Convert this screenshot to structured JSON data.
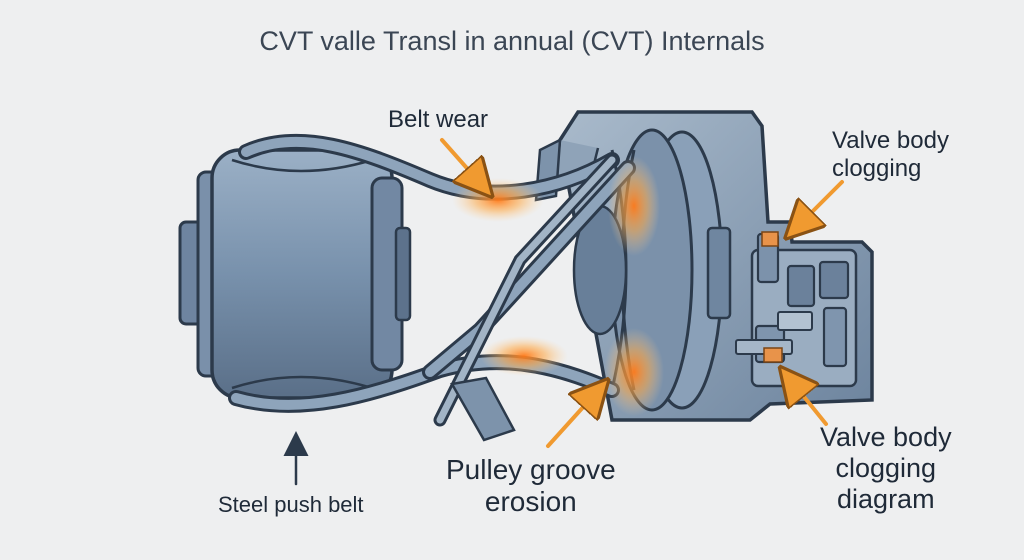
{
  "title": "CVT valle Transl in annual (CVT) Internals",
  "labels": {
    "belt_wear": "Belt wear",
    "valve_body_clogging": [
      "Valve body",
      "clogging"
    ],
    "valve_body_diagram": [
      "Valve body",
      "clogging",
      "diagram"
    ],
    "pulley_groove": [
      "Pulley groove",
      "erosion"
    ],
    "steel_push_belt": "Steel push belt"
  },
  "colors": {
    "metal": "#6f86a0",
    "metal_light": "#9fb1c4",
    "metal_dark": "#3f4f63",
    "outline": "#2c3a4b",
    "hotspot": "#f08a2a",
    "arrow": "#f09a30"
  }
}
